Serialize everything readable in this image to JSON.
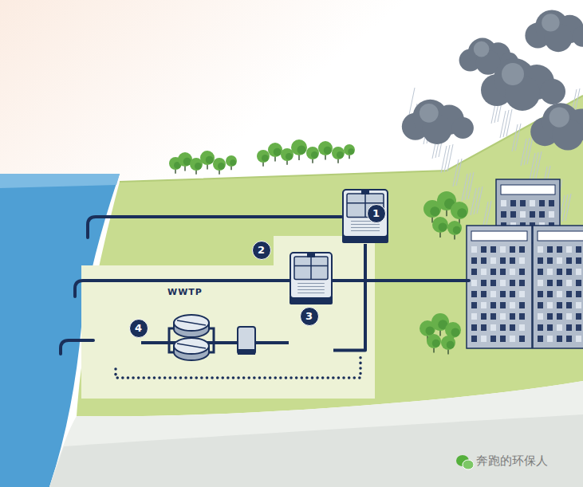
{
  "diagram": {
    "nodes": [
      {
        "text": [
          "WWTP"
        ]
      },
      {
        "text": [
          "1"
        ]
      },
      {
        "text": [
          "3"
        ],
        "in": 0
      },
      {
        "text": [
          "4"
        ],
        "in": 0
      }
    ],
    "edges": [
      {
        "from": 1,
        "to": 2,
        "arrow": "none"
      },
      {
        "from": 2,
        "to": 3,
        "arrow": "none"
      }
    ],
    "labels": [
      "2",
      "奔跑的环保人"
    ]
  }
}
